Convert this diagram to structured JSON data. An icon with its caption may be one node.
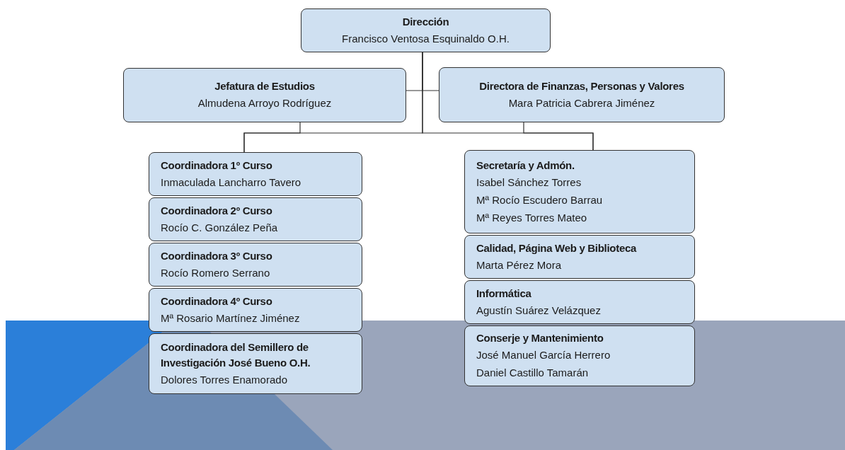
{
  "diagram": {
    "nodes": [
      {
        "text": [
          "Dirección",
          "Francisco  Ventosa Esquinaldo O.H."
        ]
      },
      {
        "text": [
          "Jefatura de Estudios",
          "Almudena Arroyo Rodríguez"
        ]
      },
      {
        "text": [
          "Directora de Finanzas, Personas y Valores",
          "Mara Patricia Cabrera  Jiménez"
        ]
      },
      {
        "text": [
          "Coordinadora 1º Curso",
          "Inmaculada Lancharro Tavero"
        ]
      },
      {
        "text": [
          "Coordinadora 2º Curso",
          "Rocío C. González Peña"
        ]
      },
      {
        "text": [
          "Coordinadora 3º Curso",
          "Rocío Romero Serrano"
        ]
      },
      {
        "text": [
          "Coordinadora 4º Curso",
          "Mª Rosario Martínez Jiménez"
        ]
      },
      {
        "text": [
          "Coordinadora del Semillero de Investigación José Bueno O.H.",
          "Dolores Torres Enamorado"
        ]
      },
      {
        "text": [
          "Secretaría y Admón.",
          "Isabel Sánchez Torres",
          "Mª Rocío Escudero Barrau",
          "Mª Reyes Torres Mateo"
        ]
      },
      {
        "text": [
          "Calidad, Página Web y Biblioteca",
          "Marta Pérez Mora"
        ]
      },
      {
        "text": [
          "Informática",
          "Agustín Suárez Velázquez"
        ]
      },
      {
        "text": [
          "Conserje y Mantenimiento",
          "José Manuel García  Herrero",
          "Daniel Castillo Tamarán"
        ]
      }
    ],
    "edges": [
      {
        "from": 0,
        "to": 1,
        "arrow": "none"
      },
      {
        "from": 0,
        "to": 2,
        "arrow": "none"
      },
      {
        "from": 0,
        "to": 3,
        "arrow": "none"
      },
      {
        "from": 0,
        "to": 8,
        "arrow": "none"
      },
      {
        "from": 1,
        "to": 3,
        "arrow": "none"
      },
      {
        "from": 2,
        "to": 8,
        "arrow": "none"
      }
    ]
  }
}
